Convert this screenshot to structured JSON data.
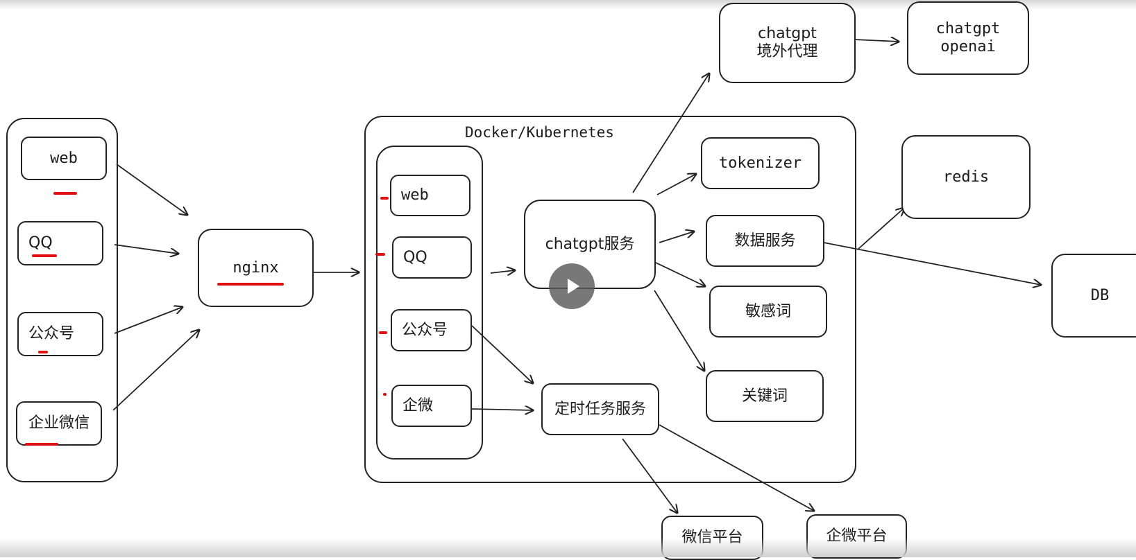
{
  "diagram": {
    "clients": [
      "web",
      "QQ",
      "公众号",
      "企业微信"
    ],
    "gateway": "nginx",
    "container_title": "Docker/Kubernetes",
    "container_clients": [
      "web",
      "QQ",
      "公众号",
      "企微"
    ],
    "core_service": "chatgpt服务",
    "scheduler_service": "定时任务服务",
    "service_modules": [
      "tokenizer",
      "数据服务",
      "敏感词",
      "关键词"
    ],
    "proxy": "chatgpt\n境外代理",
    "openai": "chatgpt\nopenai",
    "cache": "redis",
    "database": "DB",
    "platforms": [
      "微信平台",
      "企微平台"
    ]
  },
  "player": {
    "play_icon": "play-icon"
  }
}
